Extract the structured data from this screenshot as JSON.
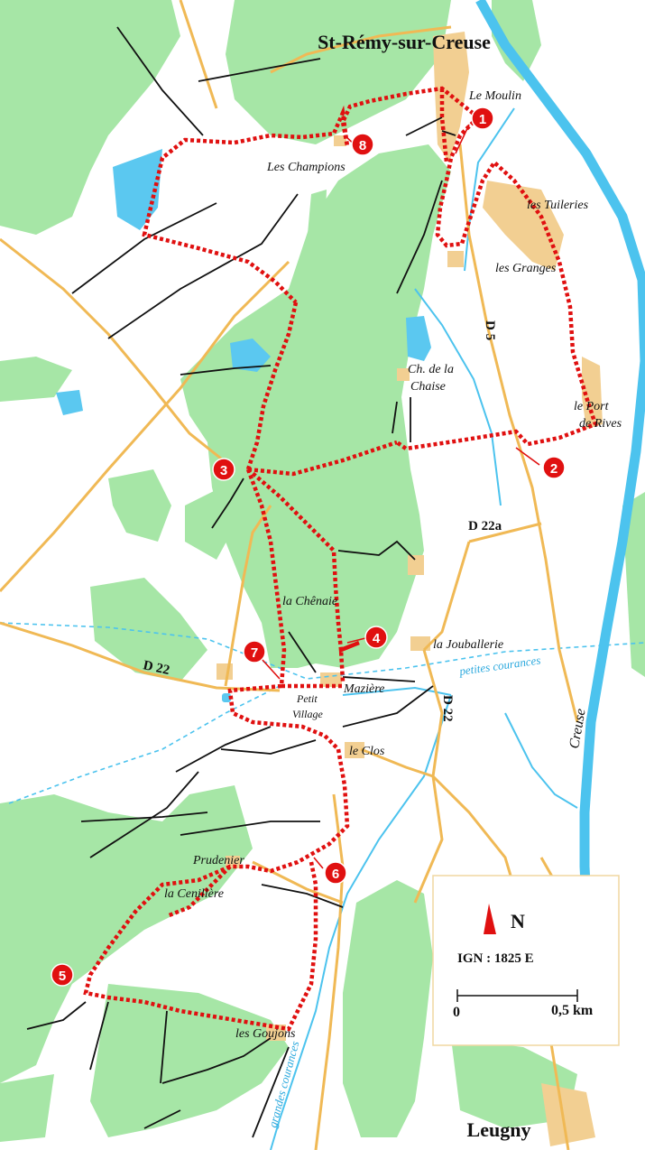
{
  "towns": {
    "north": "St-Rémy-sur-Creuse",
    "south": "Leugny"
  },
  "places": {
    "le_moulin": "Le Moulin",
    "les_champions": "Les Champions",
    "les_tuileries": "les Tuileries",
    "les_granges": "les Granges",
    "ch_line1": "Ch. de la",
    "ch_line2": "Chaise",
    "port_line1": "le Port",
    "port_line2": "de Rives",
    "la_chenaie": "la Chênaie",
    "la_jouballerie": "la Jouballerie",
    "maziere": "Mazière",
    "petit_line1": "Petit",
    "petit_line2": "Village",
    "le_clos": "le Clos",
    "prudenier": "Prudenier",
    "la_cenillere": "la Cenillère",
    "les_goujons": "les Goujons"
  },
  "roads": {
    "d5": "D 5",
    "d22a": "D 22a",
    "d22_west": "D 22",
    "d22_east": "D 22"
  },
  "water": {
    "creuse": "Creuse",
    "petites_courances": "petites courances",
    "grandes_courances": "grandes courances"
  },
  "waypoints": [
    "1",
    "2",
    "3",
    "4",
    "5",
    "6",
    "7",
    "8"
  ],
  "legend": {
    "north_label": "N",
    "map_ref": "IGN : 1825 E",
    "scale_start": "0",
    "scale_end": "0,5 km"
  },
  "colors": {
    "forest": "#a6e6a6",
    "water": "#5bc8f0",
    "river": "#4cc3ee",
    "road": "#f0b955",
    "settlement": "#f2cf92",
    "trail": "#111111",
    "route": "#e01010",
    "marker": "#e01010"
  }
}
